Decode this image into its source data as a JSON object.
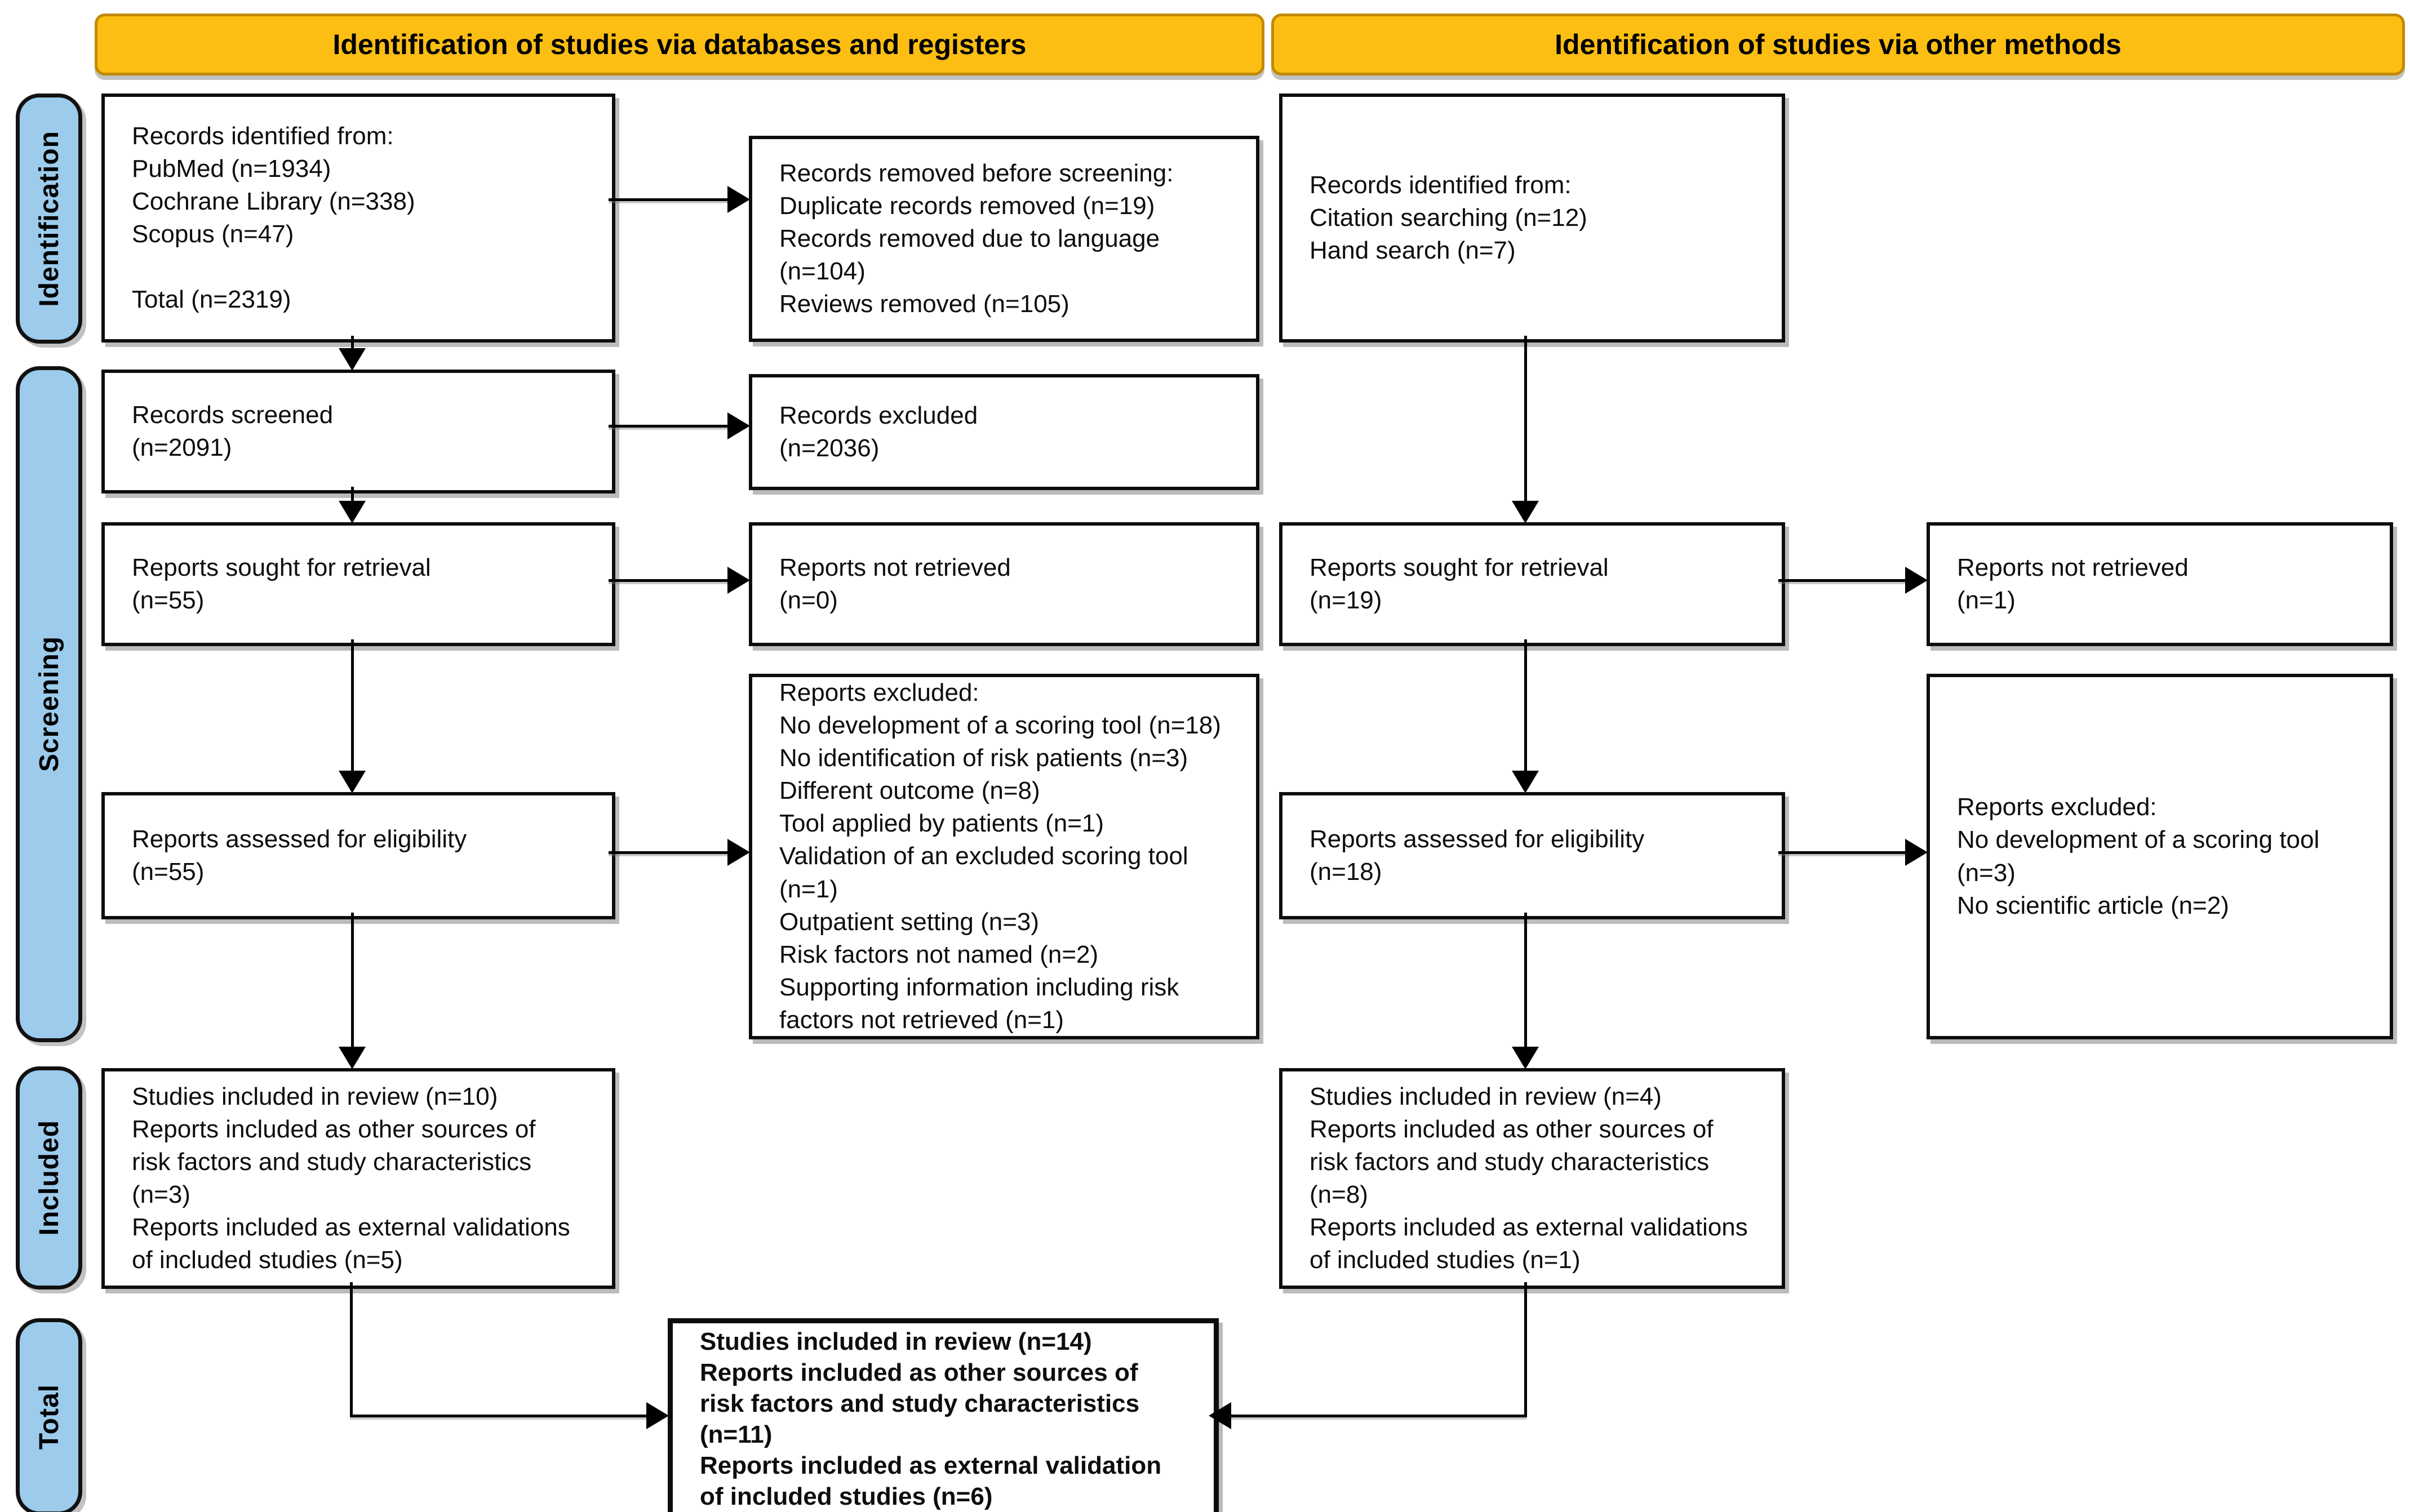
{
  "title": "PRISMA flow diagram of study identification, screening and inclusion",
  "colors": {
    "header_fill": "#FDBE14",
    "header_border": "#C08A00",
    "sidebar_fill": "#9CCBEB",
    "box_border": "#0d0d0d"
  },
  "headers": [
    {
      "label": "Identification of studies via databases and registers"
    },
    {
      "label": "Identification of studies via other methods"
    }
  ],
  "sidebar": [
    {
      "label": "Identification"
    },
    {
      "label": "Screening"
    },
    {
      "label": "Included"
    },
    {
      "label": "Total"
    }
  ],
  "boxes": {
    "a1": {
      "text": "Records identified from:\nPubMed (n=1934)\nCochrane Library (n=338)\nScopus (n=47)\n\nTotal (n=2319)"
    },
    "b1": {
      "text": "Records removed before screening:\nDuplicate records removed (n=19)\nRecords removed due to language\n(n=104)\nReviews removed (n=105)"
    },
    "c1": {
      "text": "Records identified from:\nCitation searching (n=12)\nHand search (n=7)"
    },
    "a2": {
      "text": "Records screened\n(n=2091)"
    },
    "b2": {
      "text": "Records excluded\n(n=2036)"
    },
    "a3": {
      "text": "Reports sought for retrieval\n(n=55)"
    },
    "b3": {
      "text": "Reports not retrieved\n(n=0)"
    },
    "c2": {
      "text": "Reports sought for retrieval\n(n=19)"
    },
    "d1": {
      "text": "Reports not retrieved\n(n=1)"
    },
    "a4": {
      "text": "Reports assessed for eligibility\n(n=55)"
    },
    "b4": {
      "text": "Reports excluded:\nNo development of a scoring tool (n=18)\nNo identification of risk patients (n=3)\nDifferent outcome (n=8)\nTool applied by patients (n=1)\nValidation of an excluded scoring tool\n(n=1)\nOutpatient setting (n=3)\nRisk factors not named (n=2)\nSupporting information including risk\nfactors not retrieved (n=1)"
    },
    "c3": {
      "text": "Reports assessed for eligibility\n(n=18)"
    },
    "d2": {
      "text": "Reports excluded:\nNo development of a scoring tool (n=3)\nNo scientific article (n=2)"
    },
    "a5": {
      "text": "Studies included in review (n=10)\nReports included as other sources of\nrisk factors and study characteristics\n(n=3)\nReports included as external validations\nof included studies (n=5)"
    },
    "c4": {
      "text": "Studies included in review (n=4)\nReports included as other sources of\nrisk factors and study characteristics\n(n=8)\nReports included as external validations\nof included studies (n=1)"
    },
    "total": {
      "text": "Studies included in review (n=14)\nReports included as other sources of\nrisk factors and study characteristics\n(n=11)\nReports included as external validation\nof included studies (n=6)"
    }
  }
}
